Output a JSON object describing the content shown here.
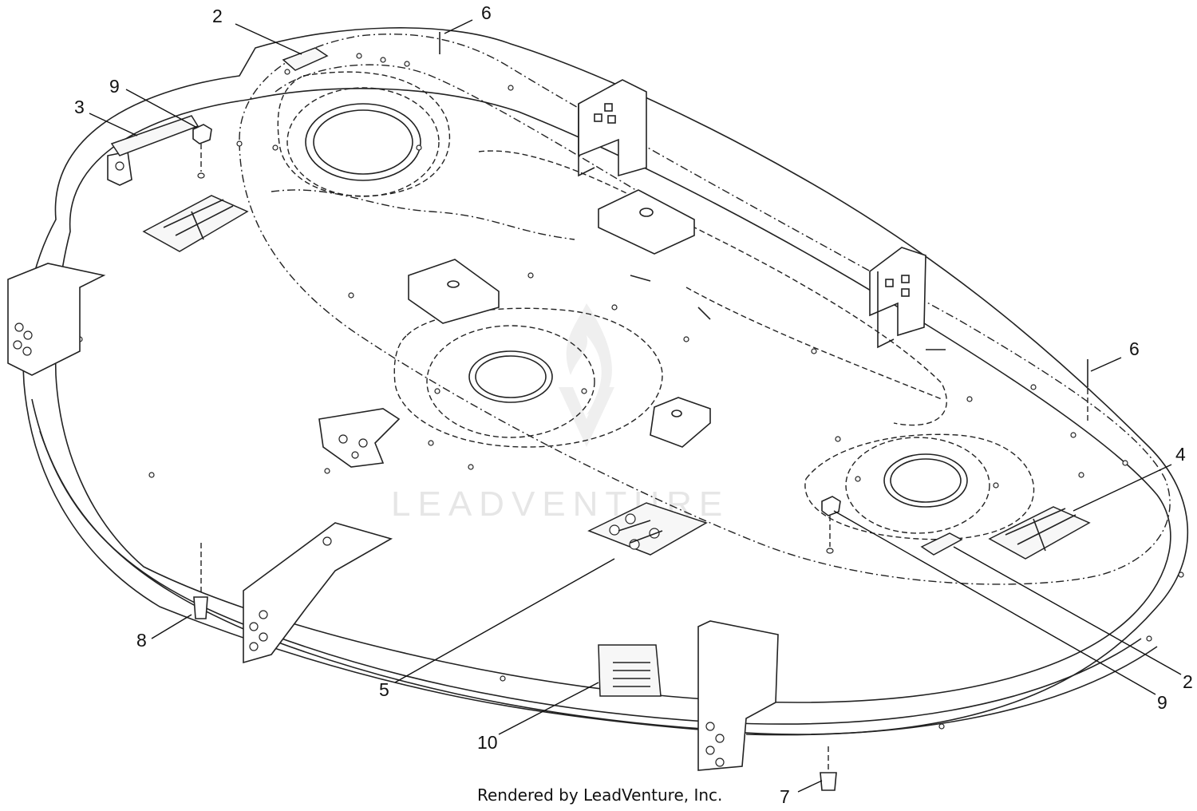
{
  "callouts": [
    {
      "id": "c2a",
      "label": "2"
    },
    {
      "id": "c6a",
      "label": "6"
    },
    {
      "id": "c9a",
      "label": "9"
    },
    {
      "id": "c3",
      "label": "3"
    },
    {
      "id": "c6b",
      "label": "6"
    },
    {
      "id": "c4",
      "label": "4"
    },
    {
      "id": "c8",
      "label": "8"
    },
    {
      "id": "c5",
      "label": "5"
    },
    {
      "id": "c10",
      "label": "10"
    },
    {
      "id": "c9b",
      "label": "9"
    },
    {
      "id": "c2b",
      "label": "2"
    },
    {
      "id": "c7",
      "label": "7"
    }
  ],
  "watermark": "LEADVENTURE",
  "footer": "Rendered by LeadVenture, Inc."
}
